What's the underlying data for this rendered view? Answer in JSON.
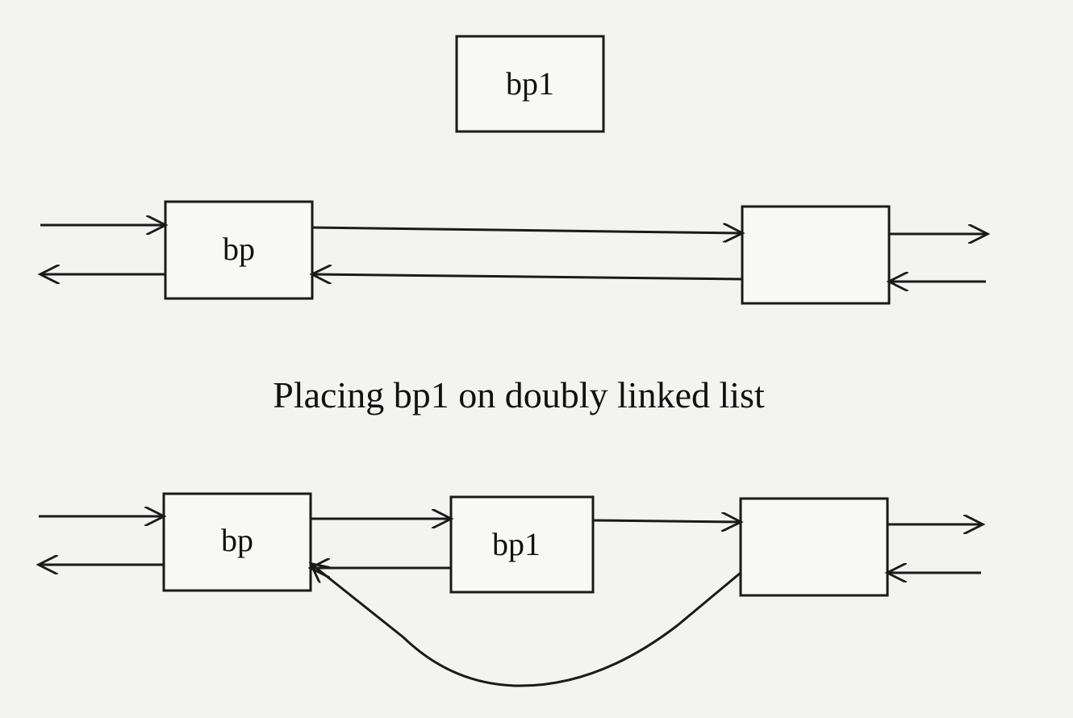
{
  "diagram": {
    "top": {
      "new_node_label": "bp1",
      "left_node_label": "bp",
      "right_node_label": ""
    },
    "caption": "Placing bp1 on doubly linked list",
    "bottom": {
      "left_node_label": "bp",
      "middle_node_label": "bp1",
      "right_node_label": ""
    }
  }
}
